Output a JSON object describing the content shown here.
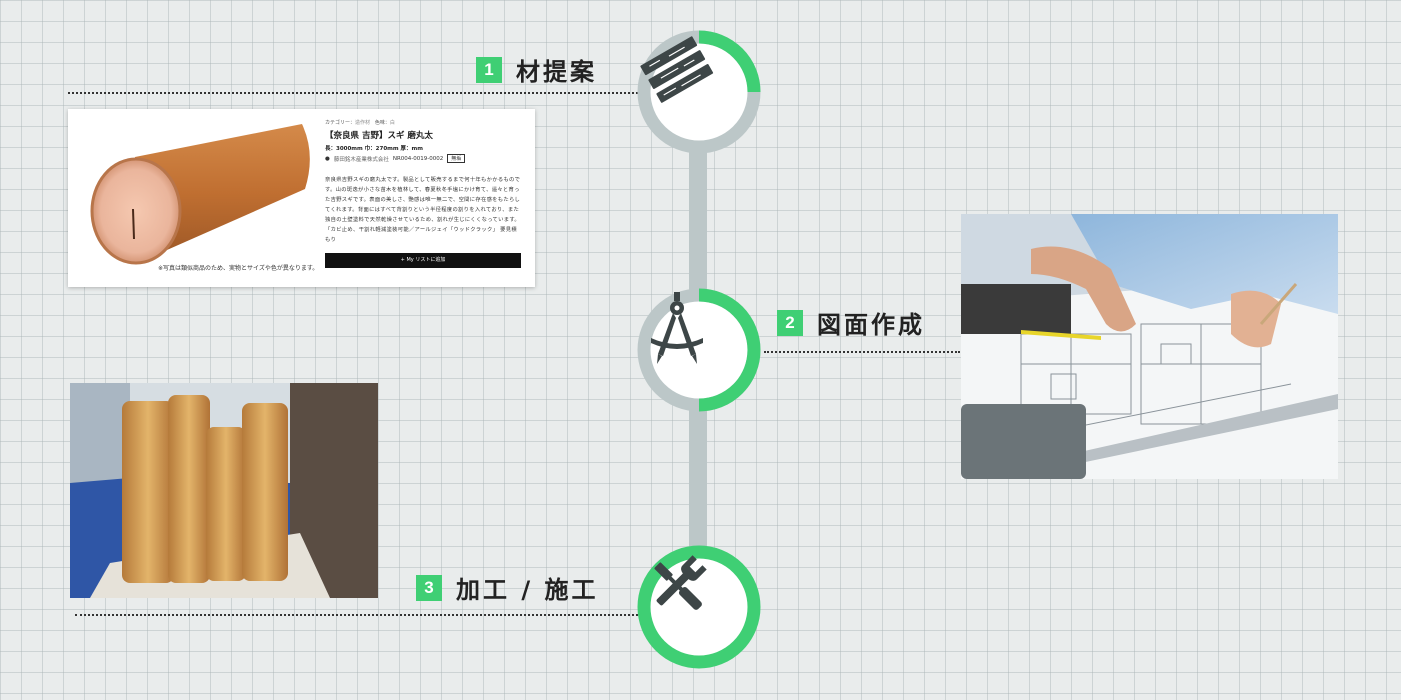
{
  "steps": [
    {
      "number": "1",
      "label": "材提案",
      "icon": "lumber-icon"
    },
    {
      "number": "2",
      "label": "図面作成",
      "icon": "drafting-compass-icon"
    },
    {
      "number": "3",
      "label": "加工 / 施工",
      "icon": "tools-icon"
    }
  ],
  "product_card": {
    "category_label": "カテゴリー：",
    "category_value": "造作材",
    "color_label": "色味：",
    "color_value": "白",
    "title": "【奈良県 吉野】スギ 磨丸太",
    "dims": "長：3000mm 巾：270mm 厚：mm",
    "seller": "藤田銘木産業株式会社",
    "code": "NR004-0019-0002",
    "badge": "無垢",
    "description": "奈良県吉野スギの磨丸太です。製品として販売するまで何十年もかかるものです。山の斑逸が小さな苗木を植林して、春夏秋冬手塩にかけ育て、遥々と育った吉野スギです。表面の美しさ、艶感は唯一無二で、空間に存在感をもたらしてくれます。背面にはすべて背割りという半径程度の割りを入れており、また独自の土壁塗料で天然乾燥させているため、割れが生じにくくなっています。「カビ止め、干割れ軽減塗装可能／アールジェイ「ウッドクラック」 要見積もり",
    "button_label": "+ My リストに追加",
    "photo_caption": "※写真は類似商品のため、実物とサイズや色が異なります。"
  },
  "colors": {
    "accent": "#3fcf74",
    "track": "#bcc7c8",
    "icon": "#3d4647"
  }
}
